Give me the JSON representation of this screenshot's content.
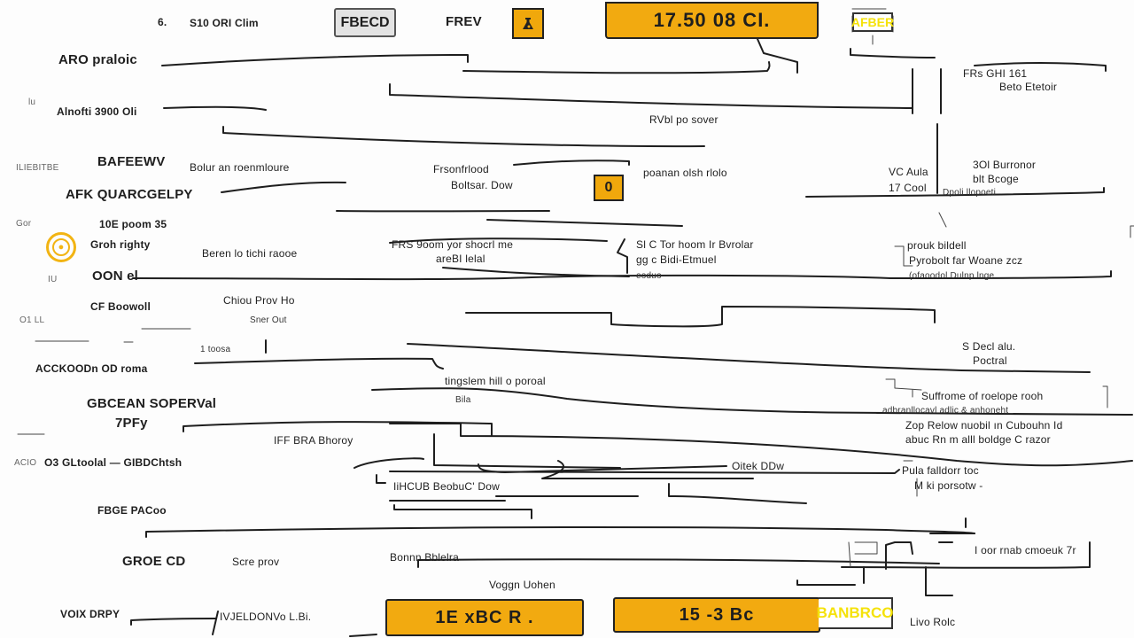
{
  "header": {
    "left_mark": "6.",
    "title": "S10 ORI Clim",
    "gray_button": "FBECD",
    "label_right": "FREV",
    "icon_square": "flask-icon",
    "main_value": "17.50 08 CI.",
    "yellow_tag": "AFBER"
  },
  "colors": {
    "accent_orange": "#f2aa10",
    "accent_yellow": "#f5e20a",
    "line": "#1e1e1e",
    "background": "#fdfdfd",
    "button_gray": "#e3e3e3"
  },
  "left_labels": [
    "ARO praloic",
    "Alnofti 3900 Oli",
    "BAFEEWV",
    "AFK QUARCGELPY",
    "10E poom 35",
    "Groh righty",
    "OON el",
    "CF Boowoll",
    "ACCKOODn OD roma",
    "GBCEAN SOPERVal",
    "7PFy",
    "O3 GLtoolal — GIBDChtsh",
    "FBGE PACoo",
    "GROE CD",
    "VOIX DRPY"
  ],
  "left_margin_notes": [
    "lu",
    "ILIEBITBE",
    "Gor",
    "IU",
    "O1 LL",
    "ACIO"
  ],
  "middle_labels": {
    "rvbl_sover": "RVbl po sover",
    "bolur": "Bolur an roenmloure",
    "frsonfrlood": "Frsonfrlood",
    "boltsar": "Boltsar. Dow",
    "small_square_value": "0",
    "poanan": "poanan olsh rlolo",
    "beren": "Beren lo tichi raooe",
    "frs_room": "FRS 9oom yor shocrl  me",
    "arebl": "areBI lelal",
    "sl_c": "Sl C Tor hoom Ir Bvrolar",
    "gg": "gg c Bidi-Etmuel",
    "eoduo": "eoduo",
    "chiou": "Chiou Prov Ho",
    "sner_out": "Sner Out",
    "tooas": "1 toosa",
    "tingslem": "tingslem hill o poroal",
    "bila": "Bila",
    "iff_bra": "IFF BRA Bhoroy",
    "oitek": "Oitek DDw",
    "lihcub": "IiHCUB BeobuC' Dow",
    "scre_prov": "Scre prov",
    "bonnn": "Bonnn Bblelra",
    "voggn": "Voggn Uohen",
    "ivelbonvo": "IVJELDONVo L.Bi."
  },
  "right_labels": {
    "frs_grill": "FRs GHI 161",
    "beter": "Beto Etetoir",
    "vc_aula": "VC Aula",
    "ui_cool": "17 Cool",
    "sol_burronor": "3Ol Burronor",
    "blt_bcoge": "blt Bcoge",
    "dpoil": "Dpoli llopoeti",
    "prouk": "prouk bildell",
    "pyroboll": "Pyrobolt far Woane zcz",
    "lefaoe": "(ofaoodol Dulnp lnge",
    "sdecl": "S Decl alu.",
    "poctral": "Poctral",
    "suffrome": "Suffrome of roelope rooh",
    "subline": "adbranllocavl adlic & anhoneht",
    "zop": "Zop Relow nuobil ın Cubouhn Id",
    "abuc": "abuc Rn m alll boldge C razor",
    "pula": "Pula falldorr toc",
    "porsotw": "M ki porsotw -",
    "i_oor": "I oor rnab cmoeuk 7r"
  },
  "footer": {
    "bar1_value": "1E xBC R .",
    "bar2_value": "15 -3 Bc",
    "yellow_tag": "BANBRCO",
    "note": "Livo Rolc"
  }
}
